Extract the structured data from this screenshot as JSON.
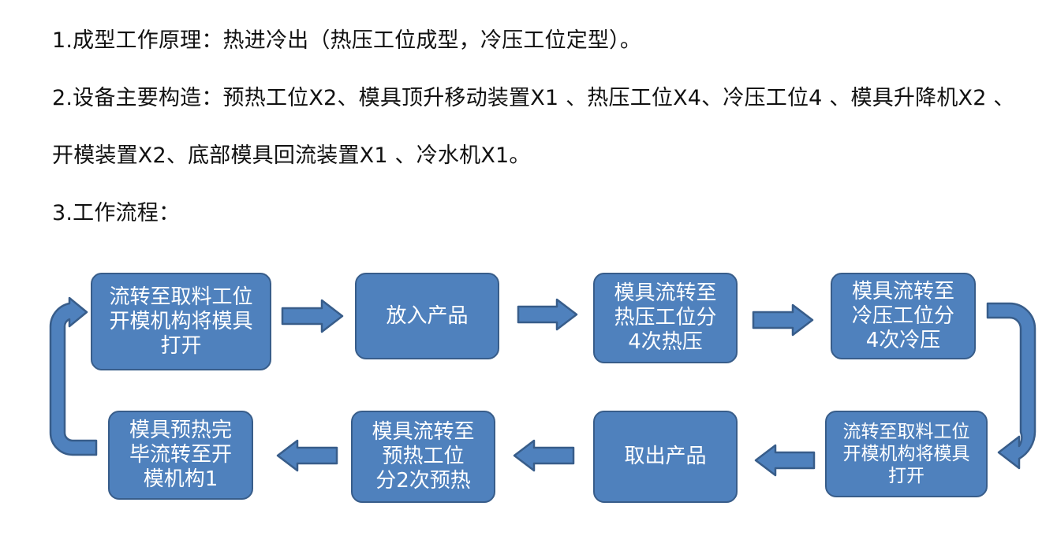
{
  "text": {
    "line1": "1.成型工作原理：热进冷出（热压工位成型，冷压工位定型）。",
    "line2": "2.设备主要构造：预热工位X2、模具顶升移动装置X1 、热压工位X4、冷压工位4 、模具升降机X2 、",
    "line3": "开模装置X2、底部模具回流装置X1 、冷水机X1。",
    "line4": "3.工作流程："
  },
  "flow": {
    "b1": "流转至取料工位\n开模机构将模具\n打开",
    "b2": "放入产品",
    "b3": "模具流转至\n热压工位分\n4次热压",
    "b4": "模具流转至\n冷压工位分\n4次冷压",
    "b5": "流转至取料工位\n开模机构将模具\n打开",
    "b6": "取出产品",
    "b7": "模具流转至\n预热工位\n分2次预热",
    "b8": "模具预热完\n毕流转至开\n模机构1"
  },
  "colors": {
    "box_fill": "#4f81bd",
    "box_border": "#385d8a",
    "box_text": "#ffffff",
    "body_text": "#111111"
  }
}
